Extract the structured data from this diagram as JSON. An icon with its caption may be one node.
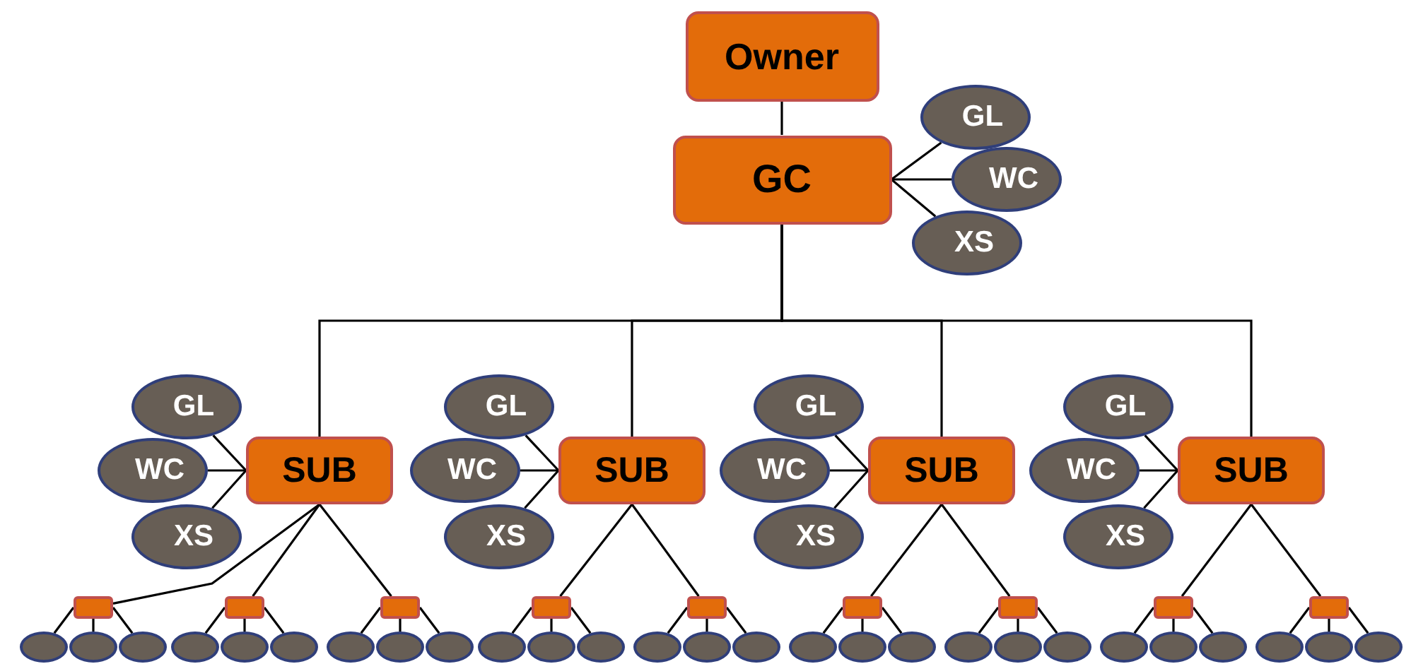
{
  "diagram": {
    "nodes": [
      {
        "text": [
          "Owner"
        ]
      },
      {
        "text": [
          "GC"
        ]
      },
      {
        "text": [
          "GL"
        ]
      },
      {
        "text": [
          "WC"
        ]
      },
      {
        "text": [
          "XS"
        ]
      },
      {
        "text": [
          "SUB"
        ]
      },
      {
        "text": [
          "GL"
        ]
      },
      {
        "text": [
          "WC"
        ]
      },
      {
        "text": [
          "XS"
        ]
      },
      {
        "text": [
          "SUB"
        ]
      },
      {
        "text": [
          "GL"
        ]
      },
      {
        "text": [
          "WC"
        ]
      },
      {
        "text": [
          "XS"
        ]
      },
      {
        "text": [
          "SUB"
        ]
      },
      {
        "text": [
          "GL"
        ]
      },
      {
        "text": [
          "WC"
        ]
      },
      {
        "text": [
          "XS"
        ]
      },
      {
        "text": [
          "SUB"
        ]
      },
      {
        "text": [
          "GL"
        ]
      },
      {
        "text": [
          "WC"
        ]
      },
      {
        "text": [
          "XS"
        ]
      },
      {
        "text": [],
        "shape": "box"
      },
      {
        "text": [],
        "shape": "box"
      },
      {
        "text": [],
        "shape": "box"
      },
      {
        "text": [],
        "shape": "box"
      },
      {
        "text": [],
        "shape": "box"
      },
      {
        "text": [],
        "shape": "box"
      },
      {
        "text": [],
        "shape": "box"
      },
      {
        "text": [],
        "shape": "box"
      },
      {
        "text": [],
        "shape": "box"
      },
      {
        "text": [],
        "shape": "ellipse"
      },
      {
        "text": [],
        "shape": "ellipse"
      },
      {
        "text": [],
        "shape": "ellipse"
      },
      {
        "text": [],
        "shape": "ellipse"
      },
      {
        "text": [],
        "shape": "ellipse"
      },
      {
        "text": [],
        "shape": "ellipse"
      },
      {
        "text": [],
        "shape": "ellipse"
      },
      {
        "text": [],
        "shape": "ellipse"
      },
      {
        "text": [],
        "shape": "ellipse"
      },
      {
        "text": [],
        "shape": "ellipse"
      },
      {
        "text": [],
        "shape": "ellipse"
      },
      {
        "text": [],
        "shape": "ellipse"
      },
      {
        "text": [],
        "shape": "ellipse"
      },
      {
        "text": [],
        "shape": "ellipse"
      },
      {
        "text": [],
        "shape": "ellipse"
      },
      {
        "text": [],
        "shape": "ellipse"
      },
      {
        "text": [],
        "shape": "ellipse"
      },
      {
        "text": [],
        "shape": "ellipse"
      },
      {
        "text": [],
        "shape": "ellipse"
      },
      {
        "text": [],
        "shape": "ellipse"
      },
      {
        "text": [],
        "shape": "ellipse"
      },
      {
        "text": [],
        "shape": "ellipse"
      },
      {
        "text": [],
        "shape": "ellipse"
      },
      {
        "text": [],
        "shape": "ellipse"
      },
      {
        "text": [],
        "shape": "ellipse"
      },
      {
        "text": [],
        "shape": "ellipse"
      },
      {
        "text": [],
        "shape": "ellipse"
      }
    ],
    "edges": [
      {
        "from": 0,
        "to": 1,
        "arrow": "none"
      },
      {
        "from": 1,
        "to": 2,
        "arrow": "none"
      },
      {
        "from": 1,
        "to": 3,
        "arrow": "none"
      },
      {
        "from": 1,
        "to": 4,
        "arrow": "none"
      },
      {
        "from": 1,
        "to": 5,
        "arrow": "none"
      },
      {
        "from": 1,
        "to": 9,
        "arrow": "none"
      },
      {
        "from": 1,
        "to": 13,
        "arrow": "none"
      },
      {
        "from": 1,
        "to": 17,
        "arrow": "none"
      },
      {
        "from": 5,
        "to": 6,
        "arrow": "none"
      },
      {
        "from": 5,
        "to": 7,
        "arrow": "none"
      },
      {
        "from": 5,
        "to": 8,
        "arrow": "none"
      },
      {
        "from": 9,
        "to": 10,
        "arrow": "none"
      },
      {
        "from": 9,
        "to": 11,
        "arrow": "none"
      },
      {
        "from": 9,
        "to": 12,
        "arrow": "none"
      },
      {
        "from": 13,
        "to": 14,
        "arrow": "none"
      },
      {
        "from": 13,
        "to": 15,
        "arrow": "none"
      },
      {
        "from": 13,
        "to": 16,
        "arrow": "none"
      },
      {
        "from": 17,
        "to": 18,
        "arrow": "none"
      },
      {
        "from": 17,
        "to": 19,
        "arrow": "none"
      },
      {
        "from": 17,
        "to": 20,
        "arrow": "none"
      },
      {
        "from": 5,
        "to": 21,
        "arrow": "none"
      },
      {
        "from": 5,
        "to": 22,
        "arrow": "none"
      },
      {
        "from": 5,
        "to": 23,
        "arrow": "none"
      },
      {
        "from": 9,
        "to": 24,
        "arrow": "none"
      },
      {
        "from": 9,
        "to": 25,
        "arrow": "none"
      },
      {
        "from": 13,
        "to": 26,
        "arrow": "none"
      },
      {
        "from": 13,
        "to": 27,
        "arrow": "none"
      },
      {
        "from": 17,
        "to": 28,
        "arrow": "none"
      },
      {
        "from": 17,
        "to": 29,
        "arrow": "none"
      },
      {
        "from": 21,
        "to": 30,
        "arrow": "none"
      },
      {
        "from": 21,
        "to": 31,
        "arrow": "none"
      },
      {
        "from": 21,
        "to": 32,
        "arrow": "none"
      },
      {
        "from": 22,
        "to": 33,
        "arrow": "none"
      },
      {
        "from": 22,
        "to": 34,
        "arrow": "none"
      },
      {
        "from": 22,
        "to": 35,
        "arrow": "none"
      },
      {
        "from": 23,
        "to": 36,
        "arrow": "none"
      },
      {
        "from": 23,
        "to": 37,
        "arrow": "none"
      },
      {
        "from": 23,
        "to": 38,
        "arrow": "none"
      },
      {
        "from": 24,
        "to": 39,
        "arrow": "none"
      },
      {
        "from": 24,
        "to": 40,
        "arrow": "none"
      },
      {
        "from": 24,
        "to": 41,
        "arrow": "none"
      },
      {
        "from": 25,
        "to": 42,
        "arrow": "none"
      },
      {
        "from": 25,
        "to": 43,
        "arrow": "none"
      },
      {
        "from": 25,
        "to": 44,
        "arrow": "none"
      },
      {
        "from": 26,
        "to": 45,
        "arrow": "none"
      },
      {
        "from": 26,
        "to": 46,
        "arrow": "none"
      },
      {
        "from": 26,
        "to": 47,
        "arrow": "none"
      },
      {
        "from": 27,
        "to": 48,
        "arrow": "none"
      },
      {
        "from": 27,
        "to": 49,
        "arrow": "none"
      },
      {
        "from": 27,
        "to": 50,
        "arrow": "none"
      },
      {
        "from": 28,
        "to": 51,
        "arrow": "none"
      },
      {
        "from": 28,
        "to": 52,
        "arrow": "none"
      },
      {
        "from": 28,
        "to": 53,
        "arrow": "none"
      },
      {
        "from": 29,
        "to": 54,
        "arrow": "none"
      },
      {
        "from": 29,
        "to": 55,
        "arrow": "none"
      },
      {
        "from": 29,
        "to": 56,
        "arrow": "none"
      }
    ]
  }
}
